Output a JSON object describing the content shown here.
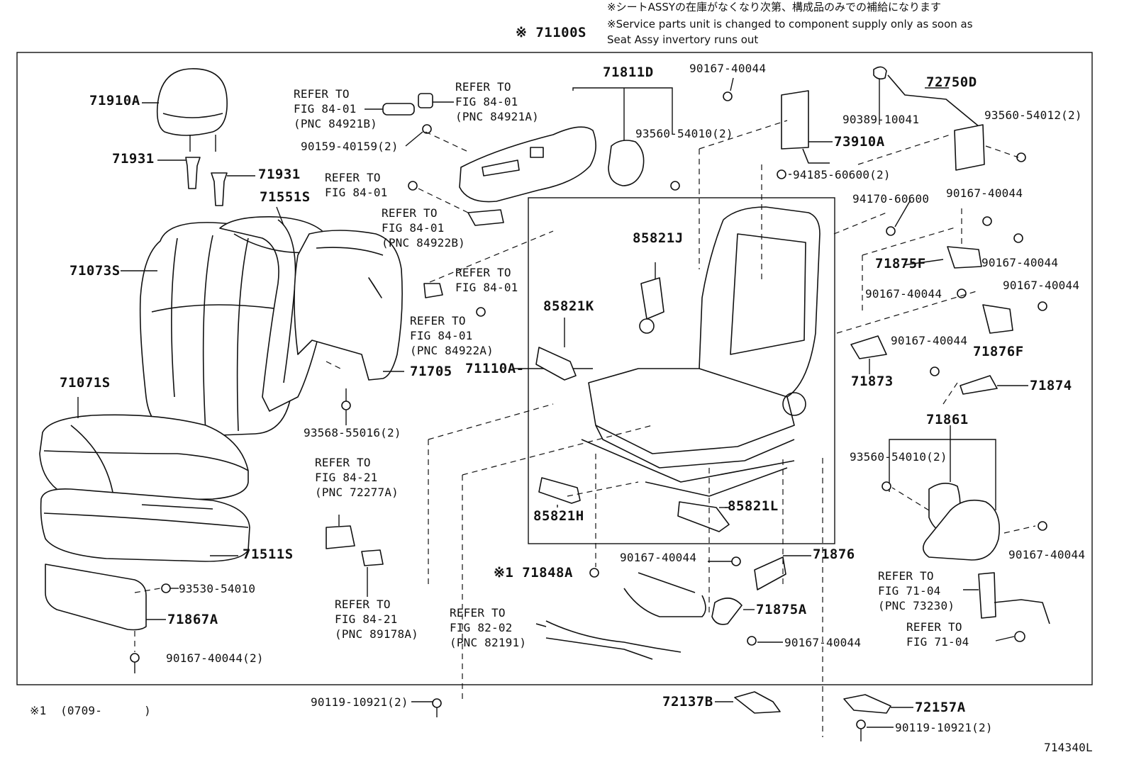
{
  "header": {
    "note_jp": "※シートASSYの在庫がなくなり次第、構成品のみでの補給になります",
    "note_en_1": "※Service parts unit is changed to component supply only as soon as",
    "note_en_2": "Seat Assy invertory runs out",
    "assembly": "※ 71100S"
  },
  "labels": {
    "p71910A": "71910A",
    "p71931a": "71931",
    "p71931b": "71931",
    "p71551S": "71551S",
    "p71073S": "71073S",
    "p71071S": "71071S",
    "p71511S": "71511S",
    "p93530": "93530-54010",
    "p71867A": "71867A",
    "p90167_2a": "90167-40044(2)",
    "ref1_a": "REFER TO",
    "ref1_b": "FIG 84-01",
    "ref1_c": "(PNC 84921B)",
    "ref2_a": "REFER TO",
    "ref2_b": "FIG 84-01",
    "ref2_c": "(PNC 84921A)",
    "p90159": "90159-40159(2)",
    "ref3_a": "REFER TO",
    "ref3_b": "FIG 84-01",
    "ref4_a": "REFER TO",
    "ref4_b": "FIG 84-01",
    "ref4_c": "(PNC 84922B)",
    "ref5_a": "REFER TO",
    "ref5_b": "FIG 84-01",
    "ref6_a": "REFER TO",
    "ref6_b": "FIG 84-01",
    "ref6_c": "(PNC 84922A)",
    "p71705": "71705",
    "p93568": "93568-55016(2)",
    "ref7_a": "REFER TO",
    "ref7_b": "FIG 84-21",
    "ref7_c": "(PNC 72277A)",
    "ref8_a": "REFER TO",
    "ref8_b": "FIG 84-21",
    "ref8_c": "(PNC 89178A)",
    "p71811D": "71811D",
    "p90167_top": "90167-40044",
    "p93560_54010a": "93560-54010(2)",
    "p85821J": "85821J",
    "p85821K": "85821K",
    "p71110A": "71110A-",
    "p85821H": "85821H",
    "p85821L": "85821L",
    "p73910A": "73910A",
    "p94185": "94185-60600(2)",
    "p72750D": "72750D",
    "p90389": "90389-10041",
    "p93560_54012": "93560-54012(2)",
    "p94170": "94170-60600",
    "p90167_r1": "90167-40044",
    "p71875F": "71875F",
    "p90167_r2": "90167-40044",
    "p90167_r3": "90167-40044",
    "p90167_r4": "90167-40044",
    "p71876F": "71876F",
    "p90167_r5": "90167-40044",
    "p71873": "71873",
    "p71874": "71874",
    "p71861": "71861",
    "p93560_54010b": "93560-54010(2)",
    "p90167_r6": "90167-40044",
    "ref9_a": "REFER TO",
    "ref9_b": "FIG 71-04",
    "ref9_c": "(PNC 73230)",
    "ref10_a": "REFER TO",
    "ref10_b": "FIG 71-04",
    "p71848A": "※1 71848A",
    "p90167_b1": "90167-40044",
    "p71876": "71876",
    "p71875A": "71875A",
    "p90167_b2": "90167-40044",
    "ref11_a": "REFER TO",
    "ref11_b": "FIG 82-02",
    "ref11_c": "(PNC 82191)",
    "p90119a": "90119-10921(2)",
    "p72137B": "72137B",
    "p72157A": "72157A",
    "p90119b": "90119-10921(2)"
  },
  "footer": {
    "footnote": "※1  (0709-      )",
    "code": "714340L"
  }
}
